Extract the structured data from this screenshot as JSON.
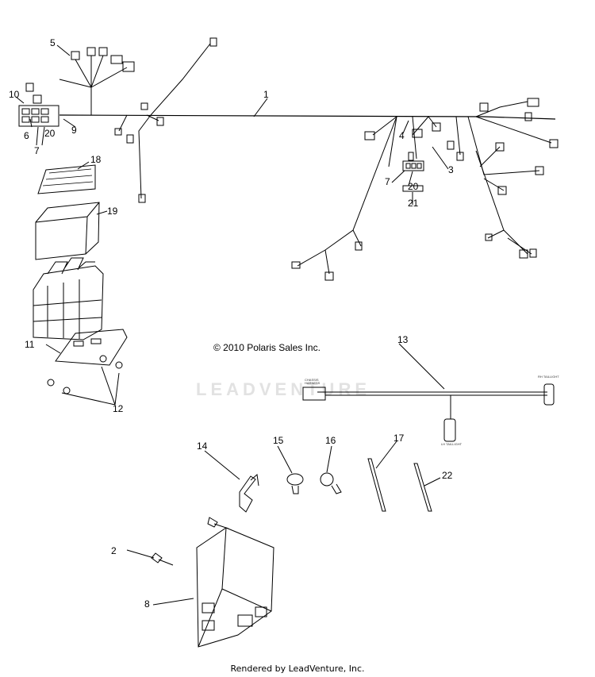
{
  "copyright": "© 2010 Polaris Sales Inc.",
  "footer": "Rendered by LeadVenture, Inc.",
  "watermark": "LEADVENTURE",
  "connector_labels": {
    "chassis_harness": "CHASSIS HARNESS",
    "rh_taillight": "RH TAILLIGHT",
    "lh_taillight": "LH TAILLIGHT"
  },
  "callouts": {
    "c1": "1",
    "c2": "2",
    "c3": "3",
    "c4": "4",
    "c5": "5",
    "c6": "6",
    "c7a": "7",
    "c7b": "7",
    "c8": "8",
    "c9": "9",
    "c10": "10",
    "c11": "11",
    "c12": "12",
    "c13": "13",
    "c14": "14",
    "c15": "15",
    "c16": "16",
    "c17": "17",
    "c18": "18",
    "c19": "19",
    "c20a": "20",
    "c20b": "20",
    "c21": "21",
    "c22": "22"
  }
}
